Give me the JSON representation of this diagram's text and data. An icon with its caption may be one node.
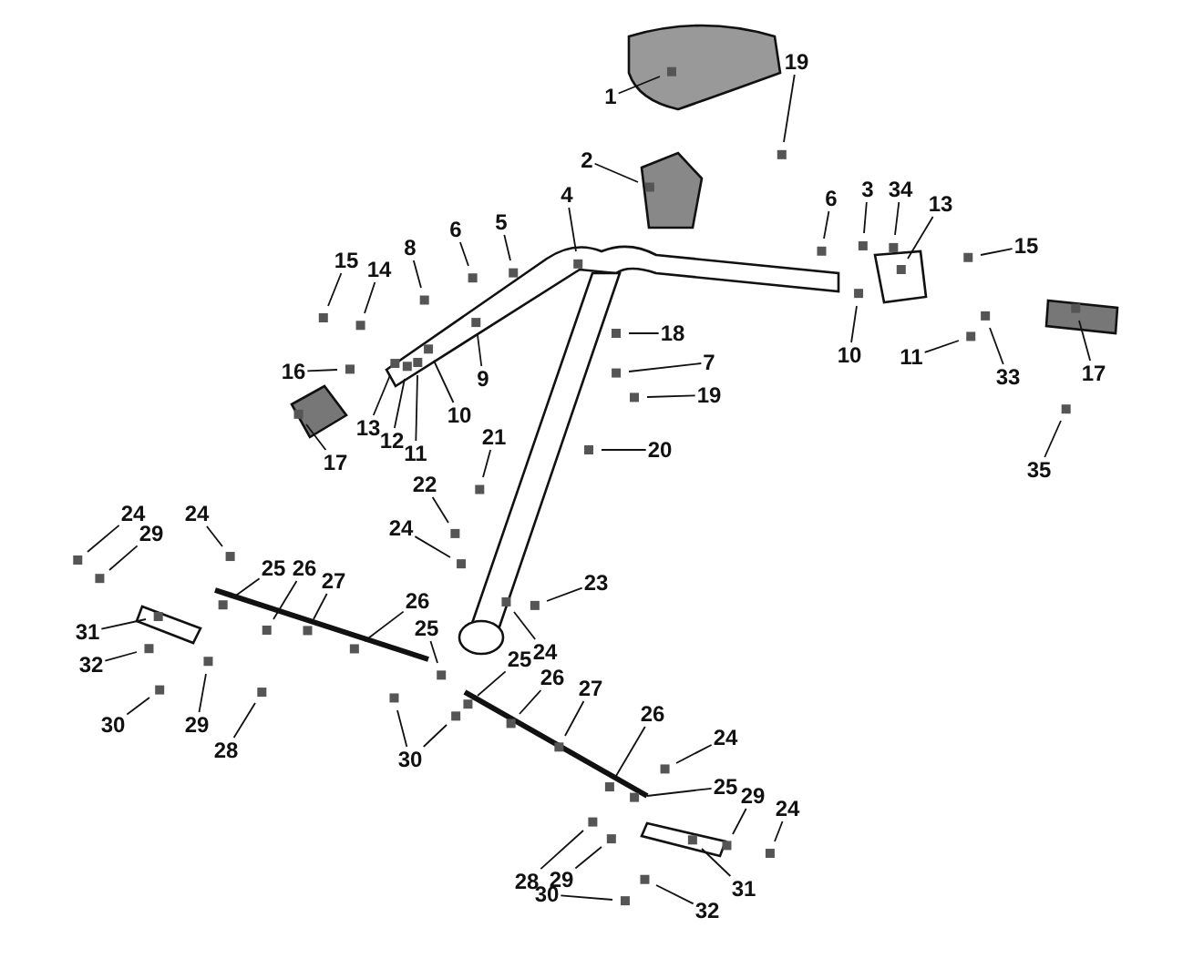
{
  "diagram": {
    "nodes": [
      {
        "text": [
          "1"
        ]
      },
      {
        "text": [
          "19"
        ]
      },
      {
        "text": [
          "2"
        ]
      },
      {
        "text": [
          "4"
        ]
      },
      {
        "text": [
          "6"
        ]
      },
      {
        "text": [
          "3"
        ]
      },
      {
        "text": [
          "34"
        ]
      },
      {
        "text": [
          "13"
        ]
      },
      {
        "text": [
          "5"
        ]
      },
      {
        "text": [
          "6"
        ]
      },
      {
        "text": [
          "15"
        ]
      },
      {
        "text": [
          "8"
        ]
      },
      {
        "text": [
          "15"
        ]
      },
      {
        "text": [
          "14"
        ]
      },
      {
        "text": [
          "18"
        ]
      },
      {
        "text": [
          "10"
        ]
      },
      {
        "text": [
          "11"
        ]
      },
      {
        "text": [
          "7"
        ]
      },
      {
        "text": [
          "16"
        ]
      },
      {
        "text": [
          "17"
        ]
      },
      {
        "text": [
          "33"
        ]
      },
      {
        "text": [
          "9"
        ]
      },
      {
        "text": [
          "19"
        ]
      },
      {
        "text": [
          "10"
        ]
      },
      {
        "text": [
          "13"
        ]
      },
      {
        "text": [
          "21"
        ]
      },
      {
        "text": [
          "12"
        ]
      },
      {
        "text": [
          "20"
        ]
      },
      {
        "text": [
          "11"
        ]
      },
      {
        "text": [
          "17"
        ]
      },
      {
        "text": [
          "35"
        ]
      },
      {
        "text": [
          "22"
        ]
      },
      {
        "text": [
          "24"
        ]
      },
      {
        "text": [
          "24"
        ]
      },
      {
        "text": [
          "24"
        ]
      },
      {
        "text": [
          "29"
        ]
      },
      {
        "text": [
          "25"
        ]
      },
      {
        "text": [
          "26"
        ]
      },
      {
        "text": [
          "27"
        ]
      },
      {
        "text": [
          "23"
        ]
      },
      {
        "text": [
          "26"
        ]
      },
      {
        "text": [
          "25"
        ]
      },
      {
        "text": [
          "31"
        ]
      },
      {
        "text": [
          "24"
        ]
      },
      {
        "text": [
          "25"
        ]
      },
      {
        "text": [
          "32"
        ]
      },
      {
        "text": [
          "26"
        ]
      },
      {
        "text": [
          "27"
        ]
      },
      {
        "text": [
          "29"
        ]
      },
      {
        "text": [
          "26"
        ]
      },
      {
        "text": [
          "30"
        ]
      },
      {
        "text": [
          "24"
        ]
      },
      {
        "text": [
          "28"
        ]
      },
      {
        "text": [
          "30"
        ]
      },
      {
        "text": [
          "25"
        ]
      },
      {
        "text": [
          "29"
        ]
      },
      {
        "text": [
          "24"
        ]
      },
      {
        "text": [
          "31"
        ]
      },
      {
        "text": [
          "28"
        ]
      },
      {
        "text": [
          "29"
        ]
      },
      {
        "text": [
          "30"
        ]
      },
      {
        "text": [
          "32"
        ]
      }
    ],
    "edges": [
      {
        "from": 0,
        "to": null,
        "arrow": "none"
      },
      {
        "from": 1,
        "to": null,
        "arrow": "none"
      },
      {
        "from": 2,
        "to": null,
        "arrow": "none"
      },
      {
        "from": 3,
        "to": null,
        "arrow": "none"
      },
      {
        "from": 4,
        "to": null,
        "arrow": "none"
      },
      {
        "from": 5,
        "to": null,
        "arrow": "none"
      },
      {
        "from": 6,
        "to": null,
        "arrow": "none"
      },
      {
        "from": 7,
        "to": null,
        "arrow": "none"
      },
      {
        "from": 8,
        "to": null,
        "arrow": "none"
      },
      {
        "from": 9,
        "to": null,
        "arrow": "none"
      },
      {
        "from": 10,
        "to": null,
        "arrow": "none"
      },
      {
        "from": 11,
        "to": null,
        "arrow": "none"
      },
      {
        "from": 12,
        "to": null,
        "arrow": "none"
      },
      {
        "from": 13,
        "to": null,
        "arrow": "none"
      },
      {
        "from": 14,
        "to": null,
        "arrow": "none"
      },
      {
        "from": 15,
        "to": null,
        "arrow": "none"
      },
      {
        "from": 16,
        "to": null,
        "arrow": "none"
      },
      {
        "from": 17,
        "to": null,
        "arrow": "none"
      },
      {
        "from": 18,
        "to": null,
        "arrow": "none"
      },
      {
        "from": 19,
        "to": null,
        "arrow": "none"
      },
      {
        "from": 20,
        "to": null,
        "arrow": "none"
      },
      {
        "from": 21,
        "to": null,
        "arrow": "none"
      },
      {
        "from": 22,
        "to": null,
        "arrow": "none"
      },
      {
        "from": 23,
        "to": null,
        "arrow": "none"
      },
      {
        "from": 24,
        "to": null,
        "arrow": "none"
      },
      {
        "from": 25,
        "to": null,
        "arrow": "none"
      },
      {
        "from": 26,
        "to": null,
        "arrow": "none"
      },
      {
        "from": 27,
        "to": null,
        "arrow": "none"
      },
      {
        "from": 28,
        "to": null,
        "arrow": "none"
      },
      {
        "from": 29,
        "to": null,
        "arrow": "none"
      },
      {
        "from": 30,
        "to": null,
        "arrow": "none"
      },
      {
        "from": 31,
        "to": null,
        "arrow": "none"
      },
      {
        "from": 32,
        "to": null,
        "arrow": "none"
      },
      {
        "from": 33,
        "to": null,
        "arrow": "none"
      },
      {
        "from": 34,
        "to": null,
        "arrow": "none"
      },
      {
        "from": 35,
        "to": null,
        "arrow": "none"
      },
      {
        "from": 36,
        "to": null,
        "arrow": "none"
      },
      {
        "from": 37,
        "to": null,
        "arrow": "none"
      },
      {
        "from": 38,
        "to": null,
        "arrow": "none"
      },
      {
        "from": 39,
        "to": null,
        "arrow": "none"
      },
      {
        "from": 40,
        "to": null,
        "arrow": "none"
      },
      {
        "from": 41,
        "to": null,
        "arrow": "none"
      },
      {
        "from": 42,
        "to": null,
        "arrow": "none"
      },
      {
        "from": 43,
        "to": null,
        "arrow": "none"
      },
      {
        "from": 44,
        "to": null,
        "arrow": "none"
      },
      {
        "from": 45,
        "to": null,
        "arrow": "none"
      },
      {
        "from": 46,
        "to": null,
        "arrow": "none"
      },
      {
        "from": 47,
        "to": null,
        "arrow": "none"
      },
      {
        "from": 48,
        "to": null,
        "arrow": "none"
      },
      {
        "from": 49,
        "to": null,
        "arrow": "none"
      },
      {
        "from": 50,
        "to": null,
        "arrow": "none"
      },
      {
        "from": 51,
        "to": null,
        "arrow": "none"
      },
      {
        "from": 52,
        "to": null,
        "arrow": "none"
      },
      {
        "from": 53,
        "to": null,
        "arrow": "none"
      },
      {
        "from": 53,
        "to": null,
        "arrow": "none"
      },
      {
        "from": 54,
        "to": null,
        "arrow": "none"
      },
      {
        "from": 55,
        "to": null,
        "arrow": "none"
      },
      {
        "from": 56,
        "to": null,
        "arrow": "none"
      },
      {
        "from": 57,
        "to": null,
        "arrow": "none"
      },
      {
        "from": 58,
        "to": null,
        "arrow": "none"
      },
      {
        "from": 59,
        "to": null,
        "arrow": "none"
      },
      {
        "from": 60,
        "to": null,
        "arrow": "none"
      },
      {
        "from": 61,
        "to": null,
        "arrow": "none"
      }
    ]
  }
}
